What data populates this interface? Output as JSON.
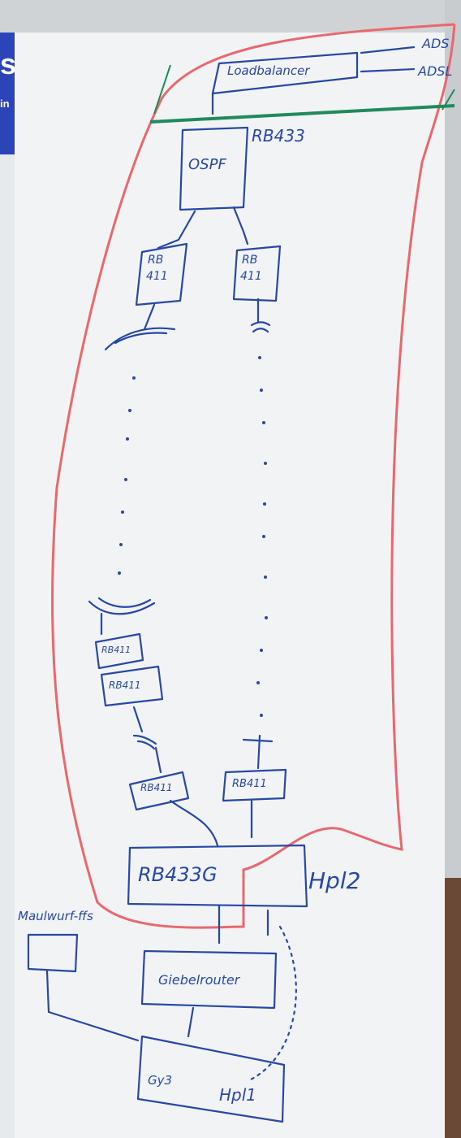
{
  "logo_fragment": {
    "big": "s",
    "small": "in"
  },
  "whiteboard": {
    "loadbalancer": "Loadbalancer",
    "adsl_1": "ADS",
    "adsl_2": "ADSL",
    "ospf": "OSPF",
    "rb433_top": "RB433",
    "rb411_left_a": "RB",
    "rb411_left_b": "411",
    "rb411_right_a": "RB",
    "rb411_right_b": "411",
    "rb411_lower_1": "RB411",
    "rb411_lower_2": "RB411",
    "rb411_bottom_left": "RB411",
    "rb411_bottom_right": "RB411",
    "rb433g": "RB433G",
    "hpl2": "Hpl2",
    "maulwurfs": "Maulwurf-ffs",
    "giebelrouter": "Giebelrouter",
    "gym": "Gy3",
    "hpl1": "Hpl1"
  },
  "colors": {
    "ink": "#2848a8",
    "red": "#e8686e",
    "green": "#1f8a5a",
    "board": "#e9ecee"
  }
}
